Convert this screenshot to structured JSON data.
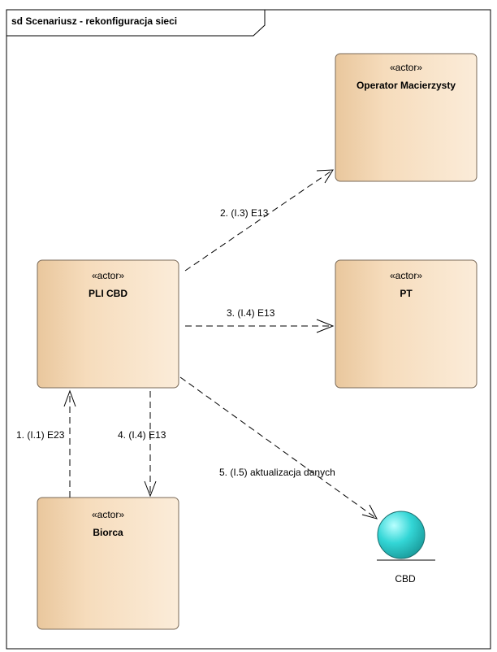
{
  "frame": {
    "title": "sd Scenariusz - rekonfiguracja sieci"
  },
  "actors": {
    "operator": {
      "stereotype": "«actor»",
      "name": "Operator Macierzysty"
    },
    "pt": {
      "stereotype": "«actor»",
      "name": "PT"
    },
    "pli_cbd": {
      "stereotype": "«actor»",
      "name": "PLI CBD"
    },
    "biorca": {
      "stereotype": "«actor»",
      "name": "Biorca"
    }
  },
  "entity": {
    "name": "CBD"
  },
  "messages": {
    "m1": "1. (I.1) E23",
    "m2": "2. (I.3) E13",
    "m3": "3. (I.4) E13",
    "m4": "4. (I.4) E13",
    "m5": "5. (I.5) aktualizacja danych"
  },
  "colors": {
    "actor_fill_light": "#fbead6",
    "actor_fill_dark": "#eccca6",
    "entity_fill": "#33d6d6"
  }
}
